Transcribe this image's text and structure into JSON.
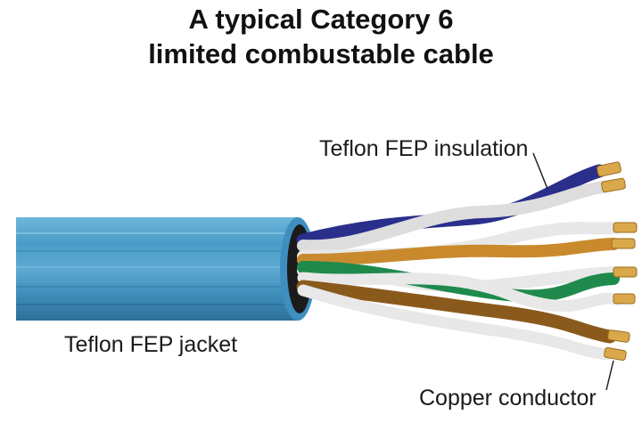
{
  "title": {
    "line1": "A typical Category 6",
    "line2": "limited combustable cable"
  },
  "labels": {
    "insulation": "Teflon FEP insulation",
    "jacket": "Teflon FEP jacket",
    "conductor": "Copper conductor"
  },
  "colors": {
    "jacket": "#4a9cc8",
    "jacket_dark": "#2e6f99",
    "pair_blue": "#2a2f8c",
    "pair_orange": "#c98a2e",
    "pair_green": "#1f8a4c",
    "pair_brown": "#8a5a1c",
    "white_wire": "#e8e8e8",
    "copper": "#d9a84a"
  }
}
